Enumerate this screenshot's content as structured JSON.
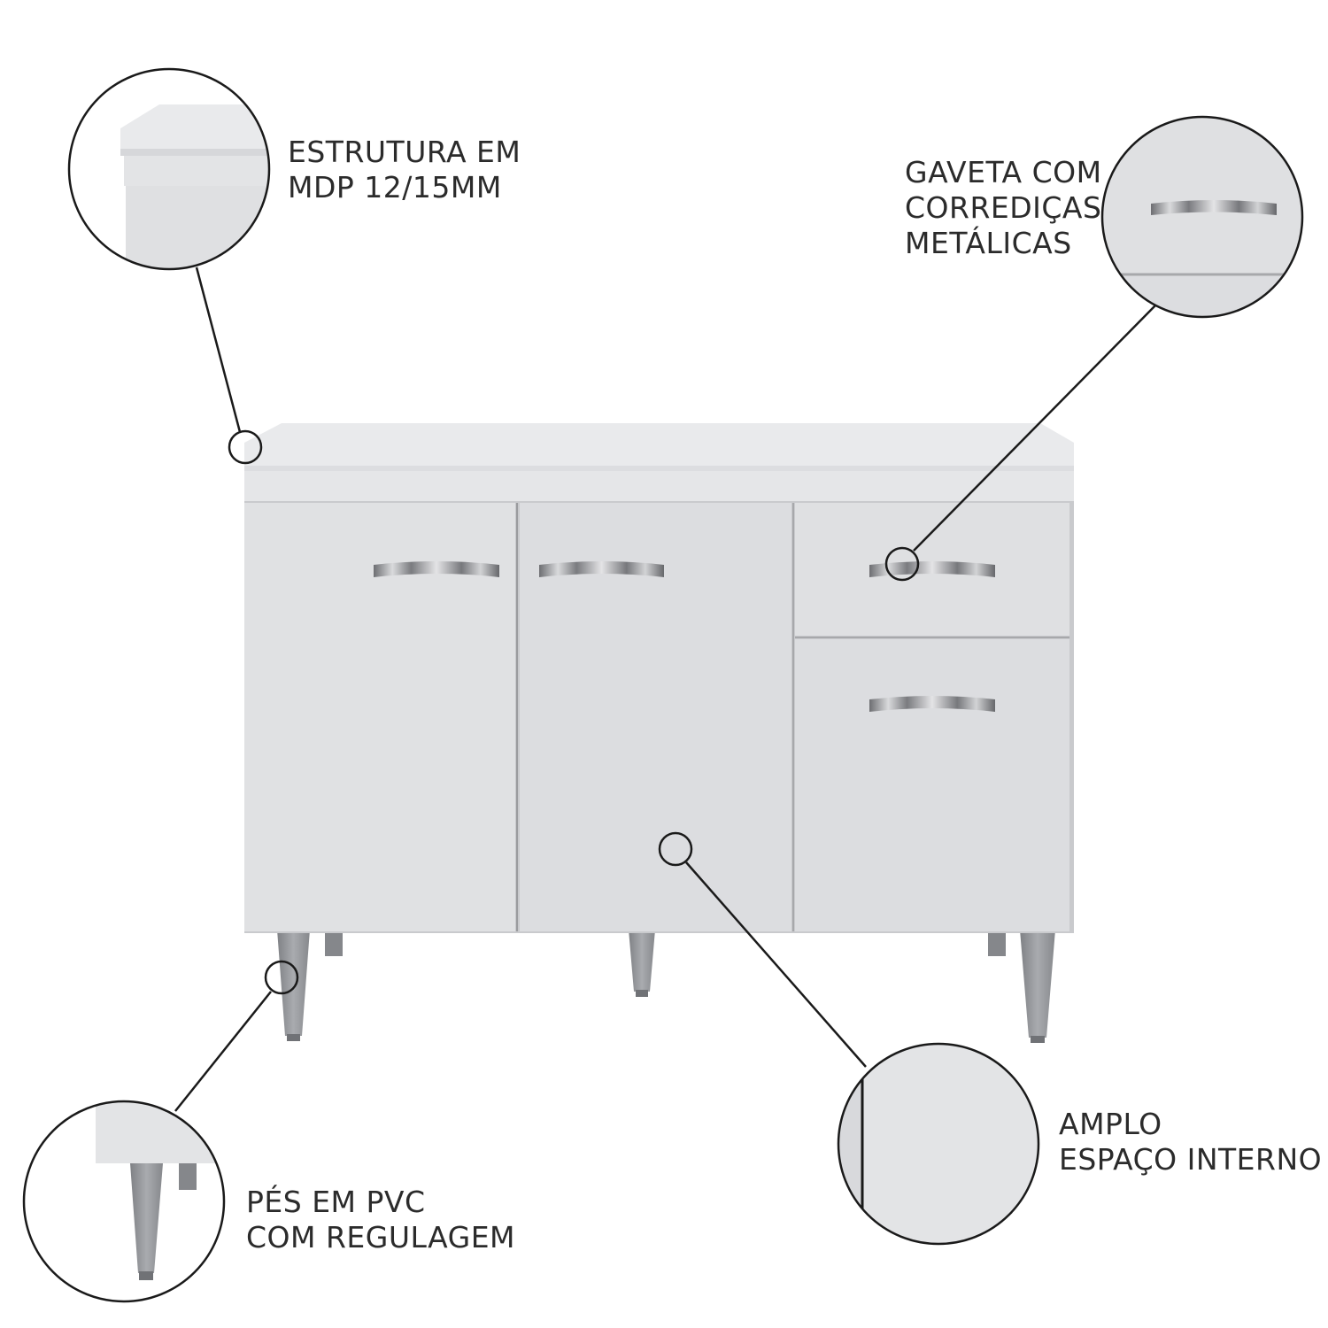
{
  "colors": {
    "background": "#ffffff",
    "cabinet_body": "#e6e7e9",
    "cabinet_door": "#dfe0e2",
    "cabinet_top": "#e9eaec",
    "legs": "#9a9ca0",
    "handle": "#8f9094",
    "callout_line": "#1a1a1a",
    "label_text": "#2b2b2b"
  },
  "features": {
    "estrutura": {
      "line1": "ESTRUTURA EM",
      "line2": "MDP 12/15MM",
      "icon": "cabinet-corner-detail"
    },
    "gaveta": {
      "line1": "GAVETA COM",
      "line2": "CORREDIÇAS",
      "line3": "METÁLICAS",
      "icon": "drawer-handle-detail"
    },
    "pes": {
      "line1": "PÉS EM PVC",
      "line2": "COM REGULAGEM",
      "icon": "leg-detail"
    },
    "espaco": {
      "line1": "AMPLO",
      "line2": "ESPAÇO INTERNO",
      "icon": "door-gap-detail"
    }
  }
}
